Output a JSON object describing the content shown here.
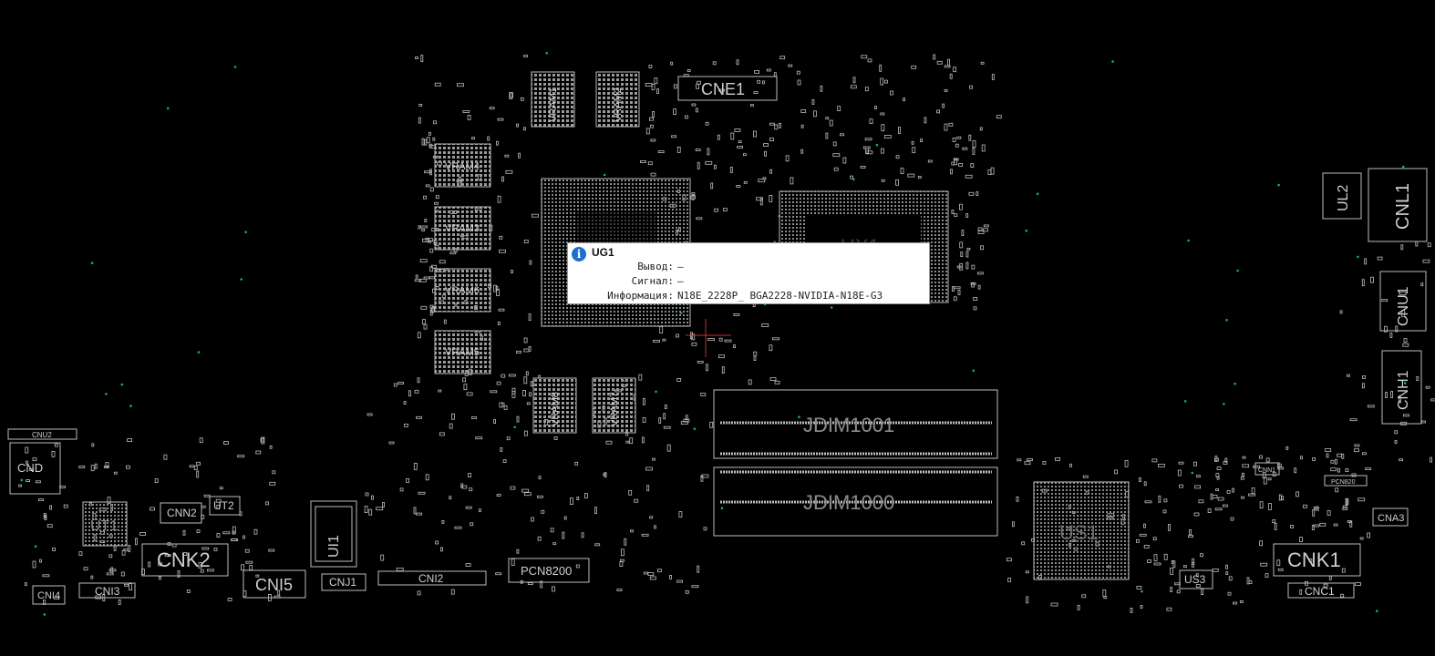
{
  "labels": {
    "vram1": "VRAM1",
    "vram2": "VRAM2",
    "vram3": "VRAM3",
    "vram4": "VRAM4",
    "vram5": "VRAM5",
    "vram6": "VRAM6",
    "vram7": "VRAM7",
    "vram8": "VRAM8",
    "cne1": "CNE1",
    "ux1": "UX1",
    "jdim1001": "JDIM1001",
    "jdim1000": "JDIM1000",
    "us1": "US1",
    "cnk1": "CNK1",
    "cnk2": "CNK2",
    "cnc1": "CNC1",
    "cni5": "CNI5",
    "cni2": "CNI2",
    "cnj1": "CNJ1",
    "pcn8200": "PCN8200",
    "ui1": "UI1",
    "ut1": "UT1",
    "cnn2": "CNN2",
    "ut2": "UT2",
    "cnd": "CND",
    "cnu2": "CNU2",
    "cni4": "CNI4",
    "cni3": "CNI3",
    "cnl1": "CNL1",
    "ul2": "UL2",
    "cnu1": "CNU1",
    "cnh1": "CNH1",
    "us3": "US3",
    "cna3": "CNA3",
    "cnn1": "CNN1",
    "pcn820": "PCN820"
  },
  "tooltip": {
    "component": "UG1",
    "rows": [
      {
        "label": "Вывод:",
        "value": "—"
      },
      {
        "label": "Сигнал:",
        "value": "—"
      },
      {
        "label": "Информация:",
        "value": "N18E_2228P_ BGA2228-NVIDIA-N18E-G3"
      }
    ]
  },
  "colors": {
    "background": "#000000",
    "silkscreen": "#cfcfcf",
    "pad": "#bdbdbd",
    "via": "#1aa3a3",
    "cursor": "#d03030"
  }
}
